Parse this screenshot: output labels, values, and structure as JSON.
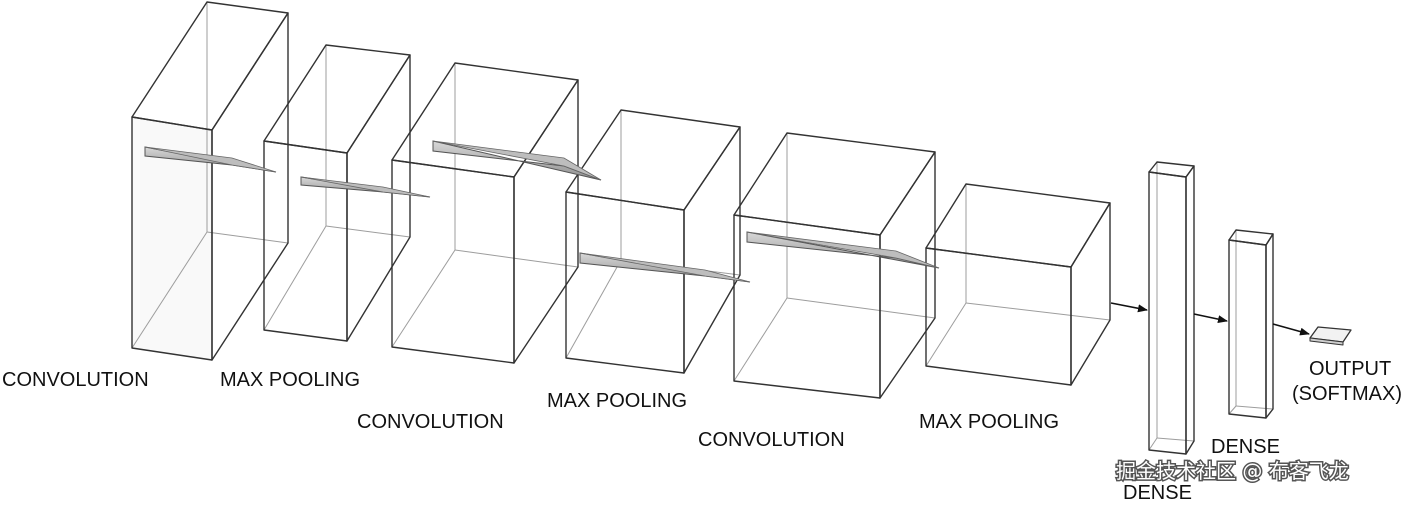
{
  "diagram": {
    "layers": [
      {
        "id": "conv1",
        "label": "CONVOLUTION"
      },
      {
        "id": "pool1",
        "label": "MAX POOLING"
      },
      {
        "id": "conv2",
        "label": "CONVOLUTION"
      },
      {
        "id": "pool2",
        "label": "MAX POOLING"
      },
      {
        "id": "conv3",
        "label": "CONVOLUTION"
      },
      {
        "id": "pool3",
        "label": "MAX POOLING"
      },
      {
        "id": "dense1",
        "label": "DENSE"
      },
      {
        "id": "dense2",
        "label": "DENSE"
      },
      {
        "id": "output",
        "label_line1": "OUTPUT",
        "label_line2": "(SOFTMAX)"
      }
    ],
    "watermark": "掘金技术社区 @ 布客飞龙",
    "colors": {
      "edge": "#333333",
      "hidden_edge": "#9a9a9a",
      "box_fill": "#f4f4f4",
      "kernel": "#9a9a9a",
      "text": "#111111"
    }
  }
}
